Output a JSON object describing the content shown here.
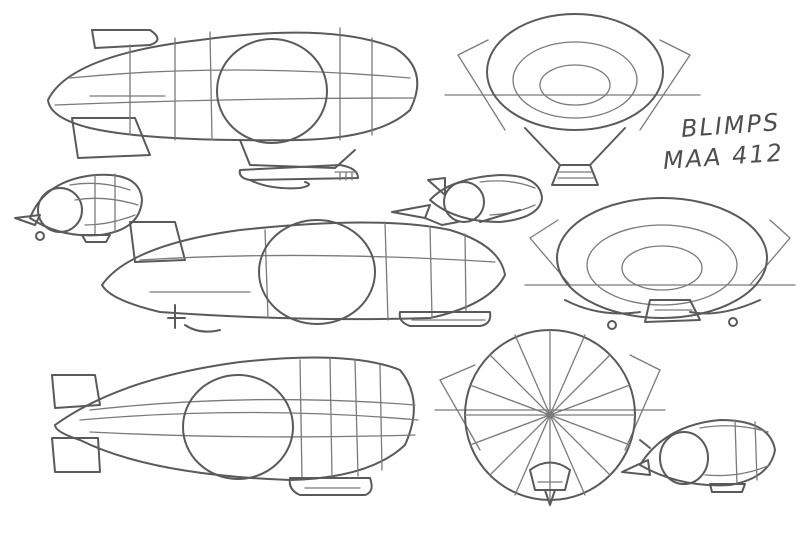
{
  "sheet": {
    "title_line1": "BLIMPS",
    "title_line2": "MAA 412"
  },
  "ink_color": "#5a5a5a",
  "paper_color": "#ffffff",
  "sketches": [
    "blimp-side-large-top",
    "blimp-front-top-right",
    "blimp-small-left",
    "blimp-small-center",
    "blimp-side-middle",
    "blimp-front-middle-right",
    "blimp-side-bottom",
    "blimp-front-ribbed-bottom",
    "blimp-small-bottom-right"
  ]
}
